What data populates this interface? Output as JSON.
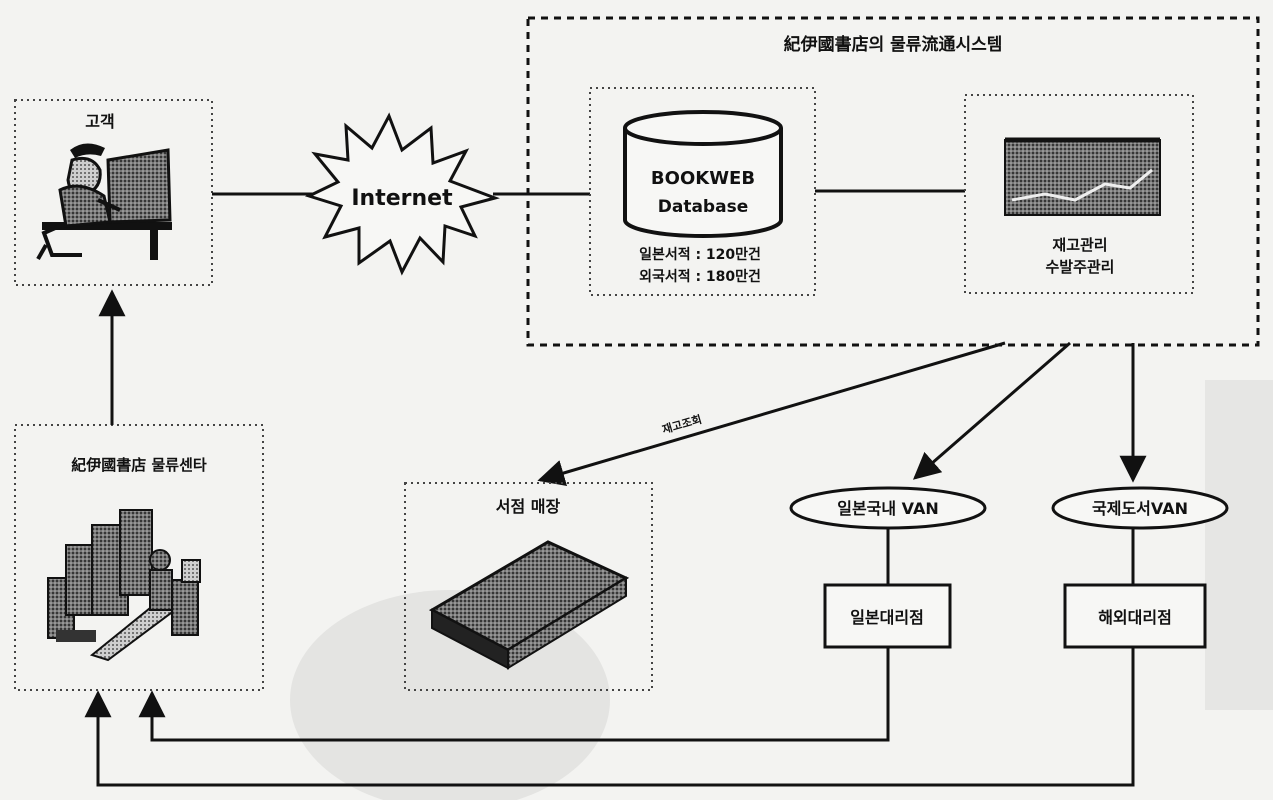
{
  "system_title": "紀伊國書店의 물류流通시스템",
  "customer": {
    "label": "고객"
  },
  "internet": {
    "label": "Internet"
  },
  "database": {
    "line1": "BOOKWEB",
    "line2": "Database",
    "stat1": "일본서적 : 120만건",
    "stat2": "외국서적 : 180만건"
  },
  "inventory": {
    "line1": "재고관리",
    "line2": "수발주관리"
  },
  "distribution_center": {
    "label": "紀伊國書店 물류센타"
  },
  "stock_query": {
    "label": "재고조회"
  },
  "store": {
    "label": "서점 매장"
  },
  "van_japan": {
    "label": "일본국내 VAN"
  },
  "van_intl": {
    "label": "국제도서VAN"
  },
  "agent_japan": {
    "label": "일본대리점"
  },
  "agent_overseas": {
    "label": "해외대리점"
  }
}
